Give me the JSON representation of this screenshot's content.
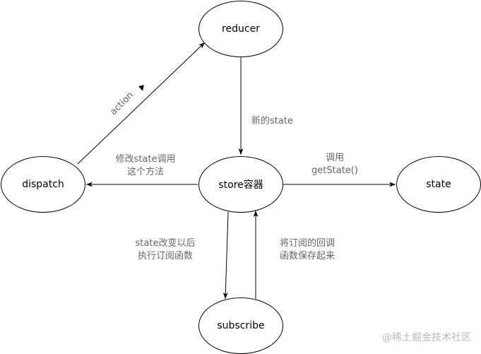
{
  "nodes": {
    "reducer": "reducer",
    "store": "store容器",
    "dispatch": "dispatch",
    "state": "state",
    "subscribe": "subscribe"
  },
  "edges": {
    "action": "action",
    "new_state": "新的state",
    "modify_line1": "修改state调用",
    "modify_line2": "这个方法",
    "call_line1": "调用",
    "call_line2": "getState()",
    "changed_line1": "state改变以后",
    "changed_line2": "执行订阅函数",
    "save_line1": "将订阅的回调",
    "save_line2": "函数保存起来"
  },
  "watermark": "@稀土掘金技术社区",
  "colors": {
    "stroke": "#000000",
    "label": "#666666",
    "watermark": "#b9b9b9"
  }
}
